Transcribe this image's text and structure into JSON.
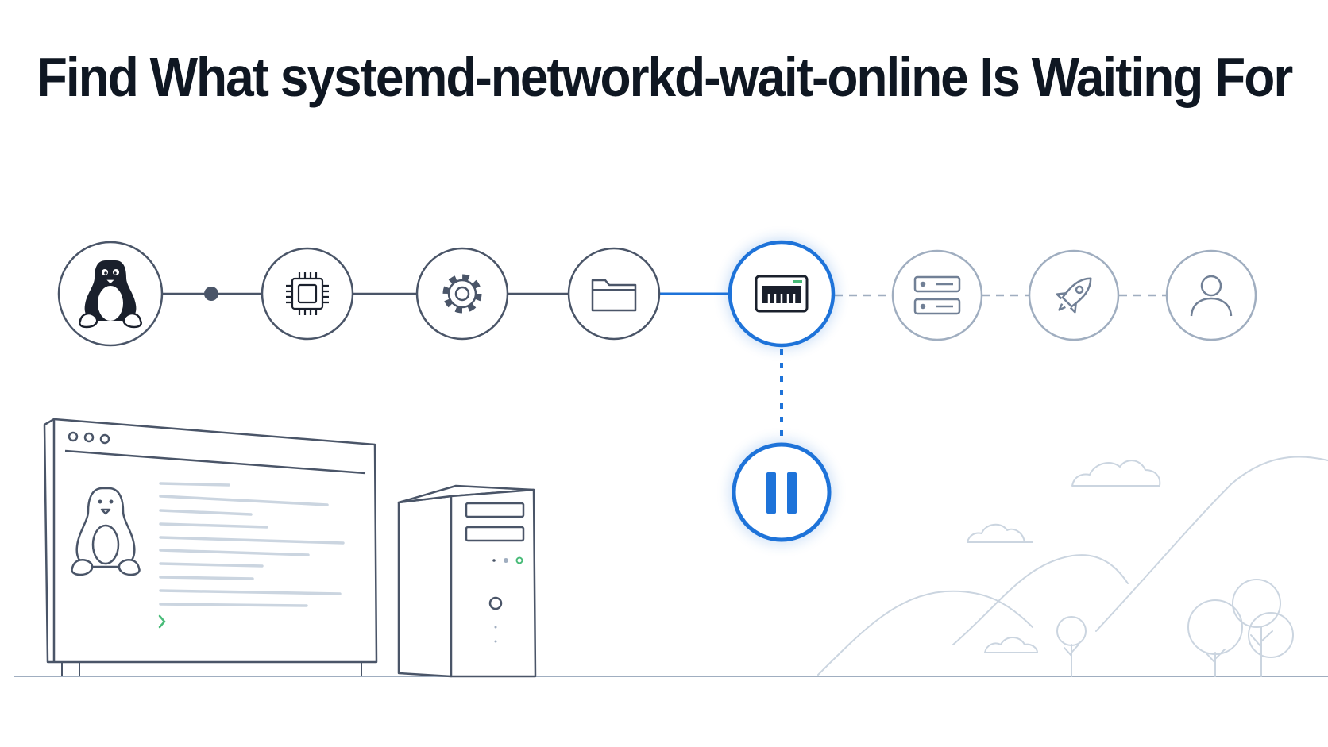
{
  "title": "Find What systemd-networkd-wait-online Is Waiting For",
  "colors": {
    "ink": "#4a5568",
    "dark": "#1a202c",
    "muted": "#a0aec0",
    "accent": "#1e73d9",
    "success": "#48bb78"
  },
  "pipeline": [
    {
      "icon": "linux-penguin-icon",
      "state": "done"
    },
    {
      "icon": "cpu-chip-icon",
      "state": "done"
    },
    {
      "icon": "gear-icon",
      "state": "done"
    },
    {
      "icon": "folder-icon",
      "state": "done"
    },
    {
      "icon": "network-port-icon",
      "state": "waiting"
    },
    {
      "icon": "server-stack-icon",
      "state": "pending"
    },
    {
      "icon": "rocket-icon",
      "state": "pending"
    },
    {
      "icon": "user-icon",
      "state": "pending"
    }
  ],
  "paused_icon": "pause-icon",
  "terminal": {
    "prompt_icon": "chevron-right-icon"
  }
}
